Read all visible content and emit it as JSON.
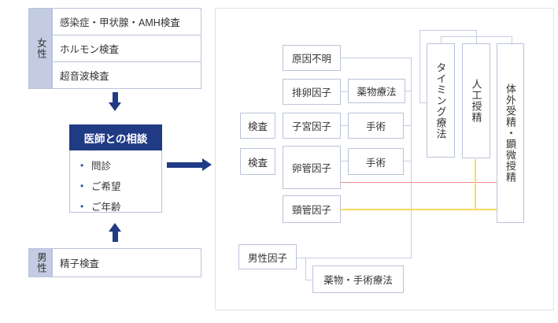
{
  "colors": {
    "navy": "#203a84",
    "label": "#c3cce3",
    "border": "#b9c3da",
    "line": "#c5cddf",
    "red": "#f0908d",
    "yellow": "#ffd95e",
    "text": "#333333",
    "cborder": "#dde1eb",
    "bullet": "#2d53a3"
  },
  "left": {
    "female_label": "女性",
    "female_tests": [
      "感染症・甲状腺・AMH検査",
      "ホルモン検査",
      "超音波検査"
    ],
    "consult_title": "医師との相談",
    "consult_bullet": "•",
    "consult_items": [
      "問診",
      "ご希望",
      "ご年齢"
    ],
    "male_label": "男性",
    "male_test": "精子検査"
  },
  "flow": {
    "unknown": "原因不明",
    "ovulation": "排卵因子",
    "drug": "薬物療法",
    "exam1": "検査",
    "uterine": "子宮因子",
    "surgery1": "手術",
    "exam2": "検査",
    "tubal": "卵管因子",
    "surgery2": "手術",
    "cervical": "頸管因子",
    "male_factor": "男性因子",
    "drug_surgery": "薬物・手術療法",
    "timing": "タイミング療法",
    "aih": "人工授精",
    "ivf": "体外受精・顕微授精"
  }
}
